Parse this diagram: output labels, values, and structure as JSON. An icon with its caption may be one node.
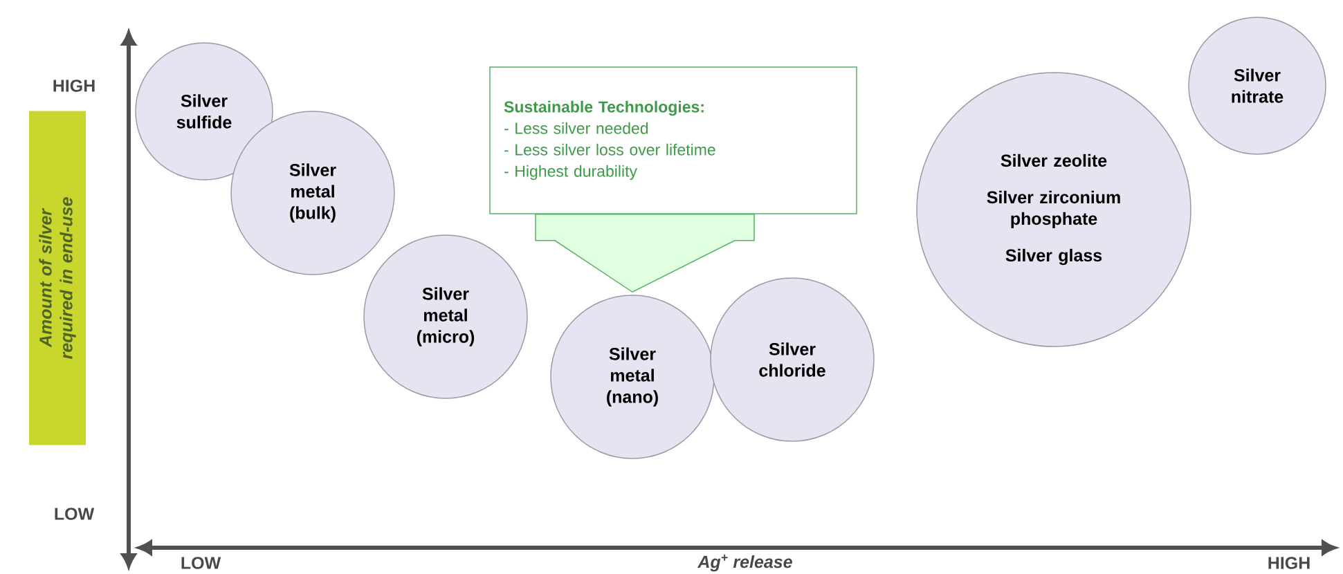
{
  "diagram": {
    "nodes": [
      {
        "text": [
          "Amount of silver required in end-use"
        ]
      },
      {
        "text": [
          "Silver sulfide"
        ]
      },
      {
        "text": [
          "Silver metal (bulk)"
        ]
      },
      {
        "text": [
          "Sustainable Technologies:",
          "- Less silver needed",
          "- Less silver loss over lifetime",
          "- Highest durability"
        ]
      },
      {
        "text": [
          "Silver metal (micro)"
        ]
      },
      {
        "text": [
          "Silver metal (nano)"
        ]
      },
      {
        "text": [
          "Silver chloride"
        ]
      },
      {
        "text": [
          "Silver zeolite",
          "Silver zirconium phosphate",
          "Silver glass"
        ]
      },
      {
        "text": [
          "Silver nitrate"
        ]
      }
    ],
    "edges": [
      {
        "from": 3,
        "to": 5,
        "arrow": "to"
      }
    ],
    "labels": [
      "HIGH",
      "LOW",
      "LOW",
      "Ag$^{+}$ release",
      "HIGH"
    ]
  }
}
